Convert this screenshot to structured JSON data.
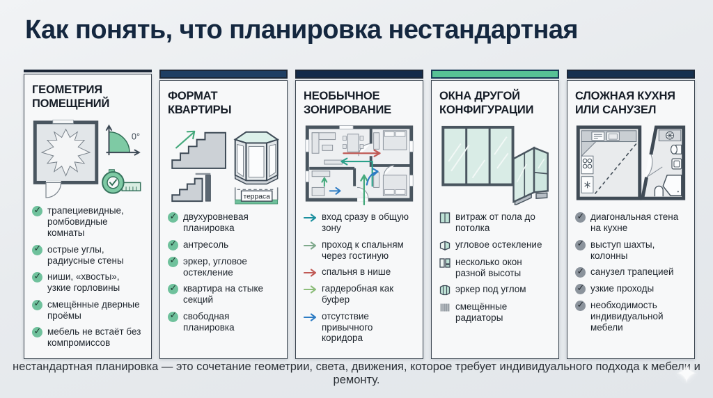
{
  "title": "Как понять, что планировка нестандартная",
  "footer": "нестандартная планировка — это сочетание геометрии, света, движения, которое требует индивидуального подхода к мебели и ремонту.",
  "colors": {
    "background": "#e8ebee",
    "title_text": "#14273f",
    "card_body": "#f7f8f9",
    "card_border": "#39434e",
    "check_green": "#6fc19c",
    "check_gray": "#8b939c",
    "illustration_accent_green": "#7ecaa4"
  },
  "columns": [
    {
      "title": "ГЕОМЕТРИЯ ПОМЕЩЕНИЙ",
      "accent_color": "#5f6d79",
      "angle_label": "0°",
      "illustrations": [
        "zigzag-room-plan",
        "zero-angle",
        "tape-measure"
      ],
      "items": [
        {
          "icon": "check-circle-green",
          "text": "трапециевидные, ромбовидные комнаты"
        },
        {
          "icon": "check-circle-green",
          "text": "острые углы, радиусные стены"
        },
        {
          "icon": "check-circle-green",
          "text": "ниши, «хвосты», узкие горловины"
        },
        {
          "icon": "check-circle-green",
          "text": "смещённые дверные проёмы"
        },
        {
          "icon": "check-circle-green",
          "text": "мебель не встаёт без компромиссов"
        }
      ]
    },
    {
      "title": "ФОРМАТ КВАРТИРЫ",
      "accent_color": "#1e3e63",
      "terrace_label": "терраса",
      "illustrations": [
        "staircase-up",
        "mezzanine-stairs",
        "bay-window",
        "terrace"
      ],
      "items": [
        {
          "icon": "check-circle-green",
          "text": "двухуровневая планировка"
        },
        {
          "icon": "check-circle-green",
          "text": "антресоль"
        },
        {
          "icon": "check-circle-green",
          "text": "эркер, угловое остекление"
        },
        {
          "icon": "check-circle-green",
          "text": "квартира на стыке секций"
        },
        {
          "icon": "check-circle-green",
          "text": "свободная планировка"
        }
      ]
    },
    {
      "title": "НЕОБЫЧНОЕ ЗОНИРОВАНИЕ",
      "accent_color": "#132a4a",
      "illustrations": [
        "apartment-plan-with-flow-arrows"
      ],
      "items": [
        {
          "icon": "arrow-right",
          "color": "#1a8f9e",
          "text": "вход сразу в общую зону"
        },
        {
          "icon": "arrow-right",
          "color": "#7fa98c",
          "text": "проход к спальням через гостиную"
        },
        {
          "icon": "arrow-right",
          "color": "#c05a55",
          "text": "спальня в нише"
        },
        {
          "icon": "arrow-right",
          "color": "#8cbd7a",
          "text": "гардеробная как буфер"
        },
        {
          "icon": "arrow-right",
          "color": "#2d7cc4",
          "text": "отсутствие привычного коридора"
        }
      ]
    },
    {
      "title": "ОКНА ДРУГОЙ КОНФИГУРАЦИИ",
      "accent_color": "#57c295",
      "illustrations": [
        "panoramic-window",
        "corner-window"
      ],
      "items": [
        {
          "icon": "full-height-window",
          "text": "витраж от пола до потолка"
        },
        {
          "icon": "corner-window",
          "text": "угловое остекление"
        },
        {
          "icon": "multi-height-windows",
          "text": "несколько окон разной высоты"
        },
        {
          "icon": "bay-window",
          "text": "эркер под углом"
        },
        {
          "icon": "radiator",
          "text": "смещённые радиаторы"
        }
      ]
    },
    {
      "title": "СЛОЖНАЯ КУХНЯ ИЛИ САНУЗЕЛ",
      "accent_color": "#16304f",
      "illustrations": [
        "kitchen-plan-diagonal",
        "bathroom-plan-trapezoid"
      ],
      "items": [
        {
          "icon": "check-circle-gray",
          "text": "диагональная стена на кухне"
        },
        {
          "icon": "check-circle-gray",
          "text": "выступ шахты, колонны"
        },
        {
          "icon": "check-circle-gray",
          "text": "санузел трапецией"
        },
        {
          "icon": "check-circle-gray",
          "text": "узкие проходы"
        },
        {
          "icon": "check-circle-gray",
          "text": "необходимость индивидуальной мебели"
        }
      ]
    }
  ]
}
